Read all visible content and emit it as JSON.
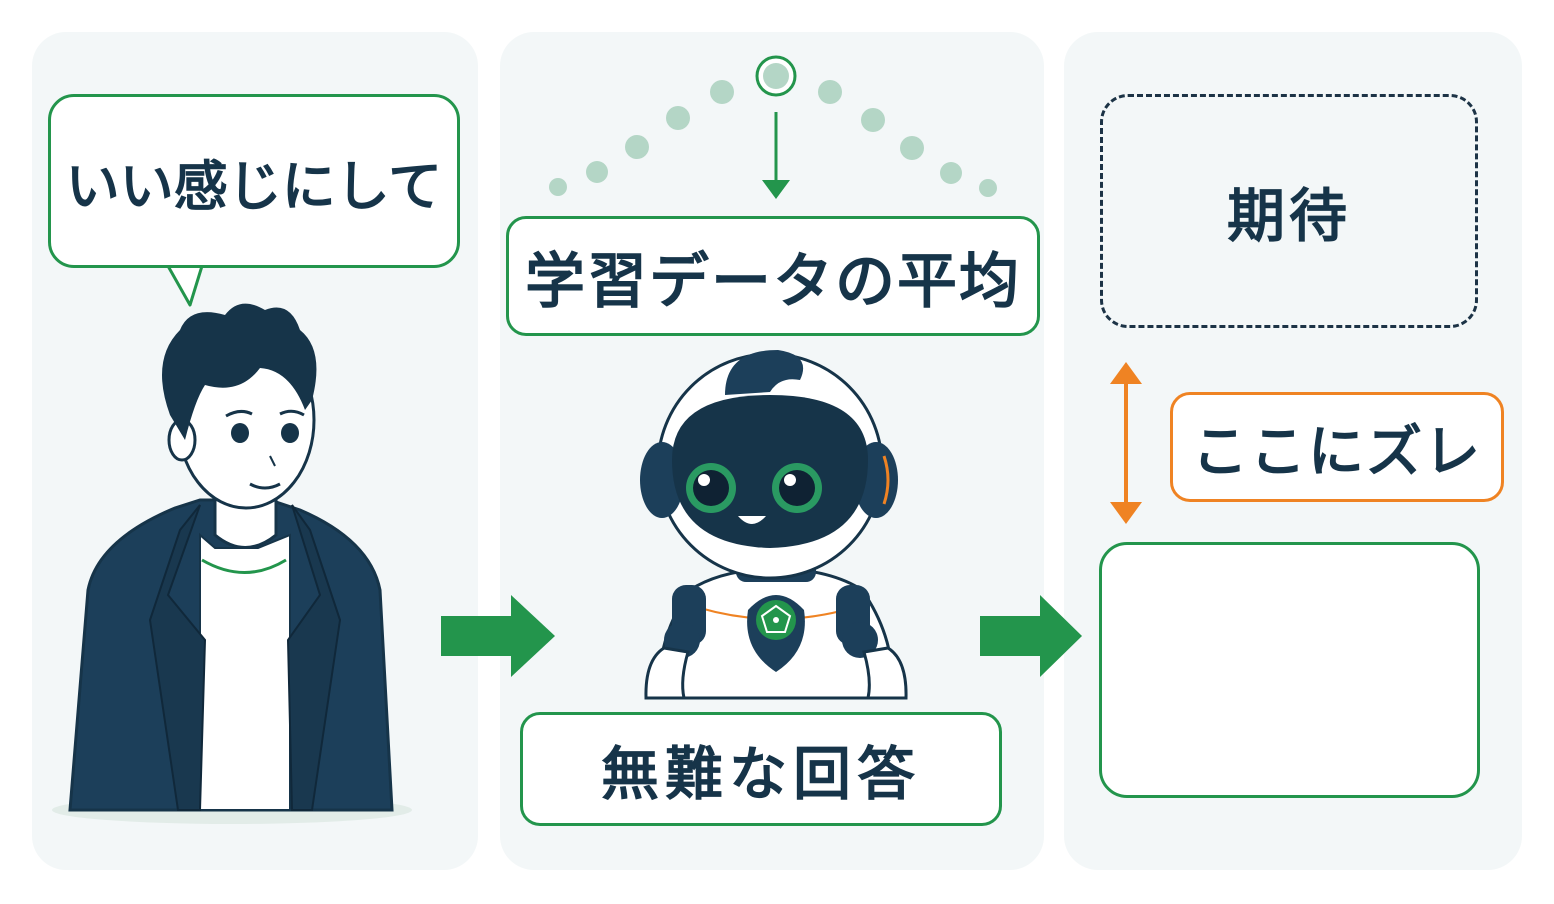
{
  "user_panel": {
    "speech_text": "いい感じにして"
  },
  "ai_panel": {
    "training_label": "学習データの平均",
    "answer_label": "無難な回答"
  },
  "result_panel": {
    "expectation_label": "期待",
    "gap_label": "ここにズレ"
  },
  "colors": {
    "green": "#23954c",
    "navy": "#163449",
    "orange": "#ef8323",
    "panel_bg": "#f3f7f8",
    "dot_green": "#b4d6c6"
  }
}
